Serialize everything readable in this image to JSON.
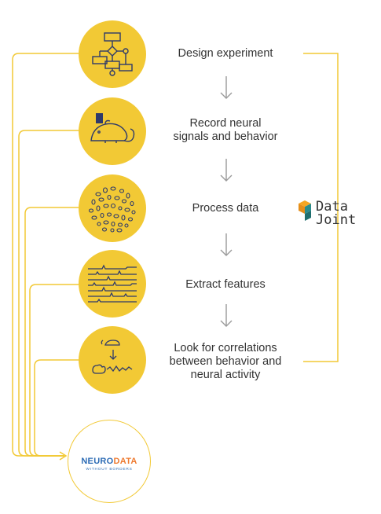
{
  "steps": [
    {
      "label": "Design experiment",
      "icon": "flowchart-icon"
    },
    {
      "label": "Record neural\nsignals and behavior",
      "icon": "mouse-recording-icon"
    },
    {
      "label": "Process data",
      "icon": "cell-segmentation-icon"
    },
    {
      "label": "Extract features",
      "icon": "neural-traces-icon"
    },
    {
      "label": "Look for correlations\nbetween behavior and\nneural activity",
      "icon": "correlation-icon"
    }
  ],
  "nwb_logo": {
    "word1": "NEURO",
    "word2": "DATA",
    "tagline": "WITHOUT BORDERS"
  },
  "datajoint_logo": {
    "text": "Data\nJoint"
  },
  "colors": {
    "accent": "#F2C935",
    "arrow": "#9A9A9A",
    "icon_stroke": "#2E3A6B",
    "nwb_blue": "#2D6CB5",
    "nwb_orange": "#EE7A30",
    "dj_teal": "#2A8C8C",
    "dj_orange": "#F5A623"
  }
}
